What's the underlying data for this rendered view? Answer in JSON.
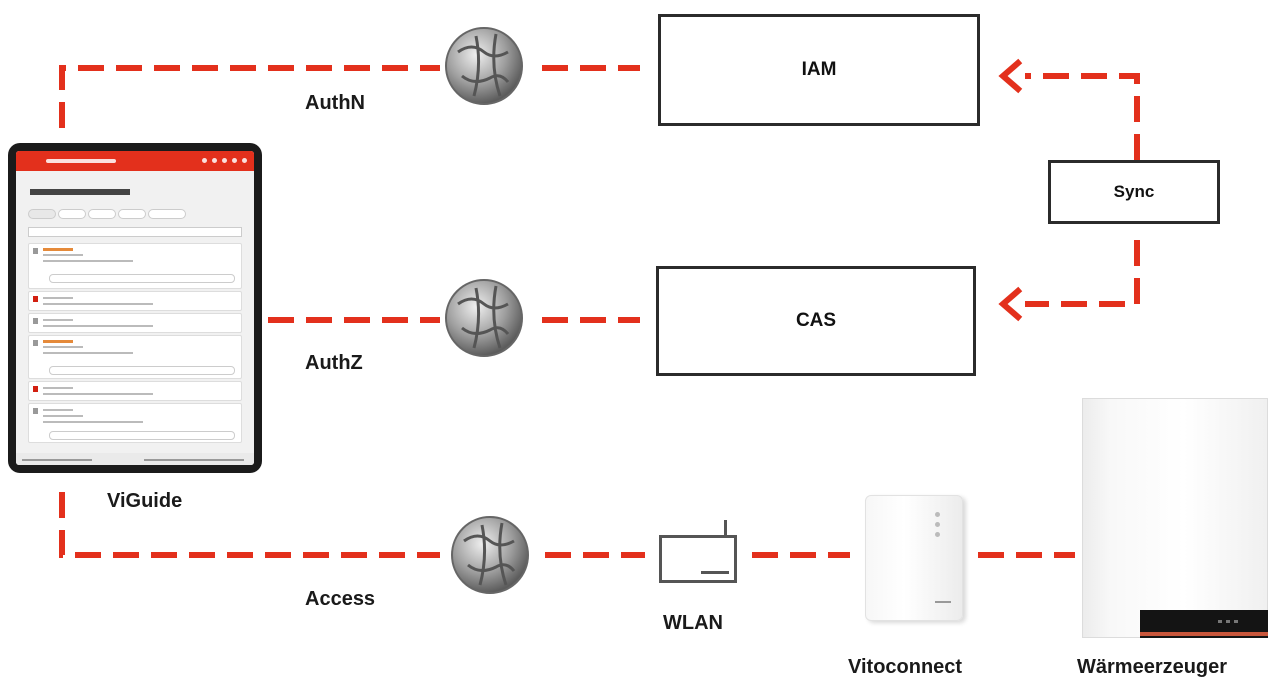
{
  "labels": {
    "authn": "AuthN",
    "authz": "AuthZ",
    "access": "Access",
    "viguide": "ViGuide",
    "wlan": "WLAN",
    "vitoconnect": "Vitoconnect",
    "waermeerzeuger": "Wärmeerzeuger"
  },
  "boxes": {
    "iam": "IAM",
    "cas": "CAS",
    "sync": "Sync"
  },
  "colors": {
    "connector": "#e3301c",
    "box_border": "#2b2b2b",
    "tablet_header": "#e3301c",
    "globe": "#8a8a8a"
  },
  "icons": {
    "network": "globe-icon",
    "router": "wlan-router-icon",
    "arrow": "arrowhead-left-icon"
  }
}
